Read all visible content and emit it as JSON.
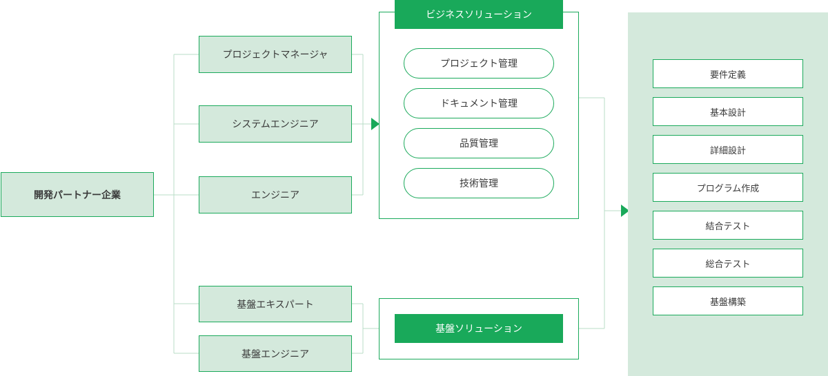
{
  "colors": {
    "accent": "#19a95a",
    "panel": "#d4e9dc",
    "line": "#b9dcc7",
    "text": "#3a3a3a"
  },
  "root": {
    "label": "開発パートナー企業"
  },
  "roles": [
    {
      "label": "プロジェクトマネージャ"
    },
    {
      "label": "システムエンジニア"
    },
    {
      "label": "エンジニア"
    },
    {
      "label": "基盤エキスパート"
    },
    {
      "label": "基盤エンジニア"
    }
  ],
  "business": {
    "title": "ビジネスソリューション",
    "items": [
      {
        "label": "プロジェクト管理"
      },
      {
        "label": "ドキュメント管理"
      },
      {
        "label": "品質管理"
      },
      {
        "label": "技術管理"
      }
    ]
  },
  "infra": {
    "title": "基盤ソリューション"
  },
  "phases": [
    {
      "label": "要件定義"
    },
    {
      "label": "基本設計"
    },
    {
      "label": "詳細設計"
    },
    {
      "label": "プログラム作成"
    },
    {
      "label": "結合テスト"
    },
    {
      "label": "総合テスト"
    },
    {
      "label": "基盤構築"
    }
  ]
}
